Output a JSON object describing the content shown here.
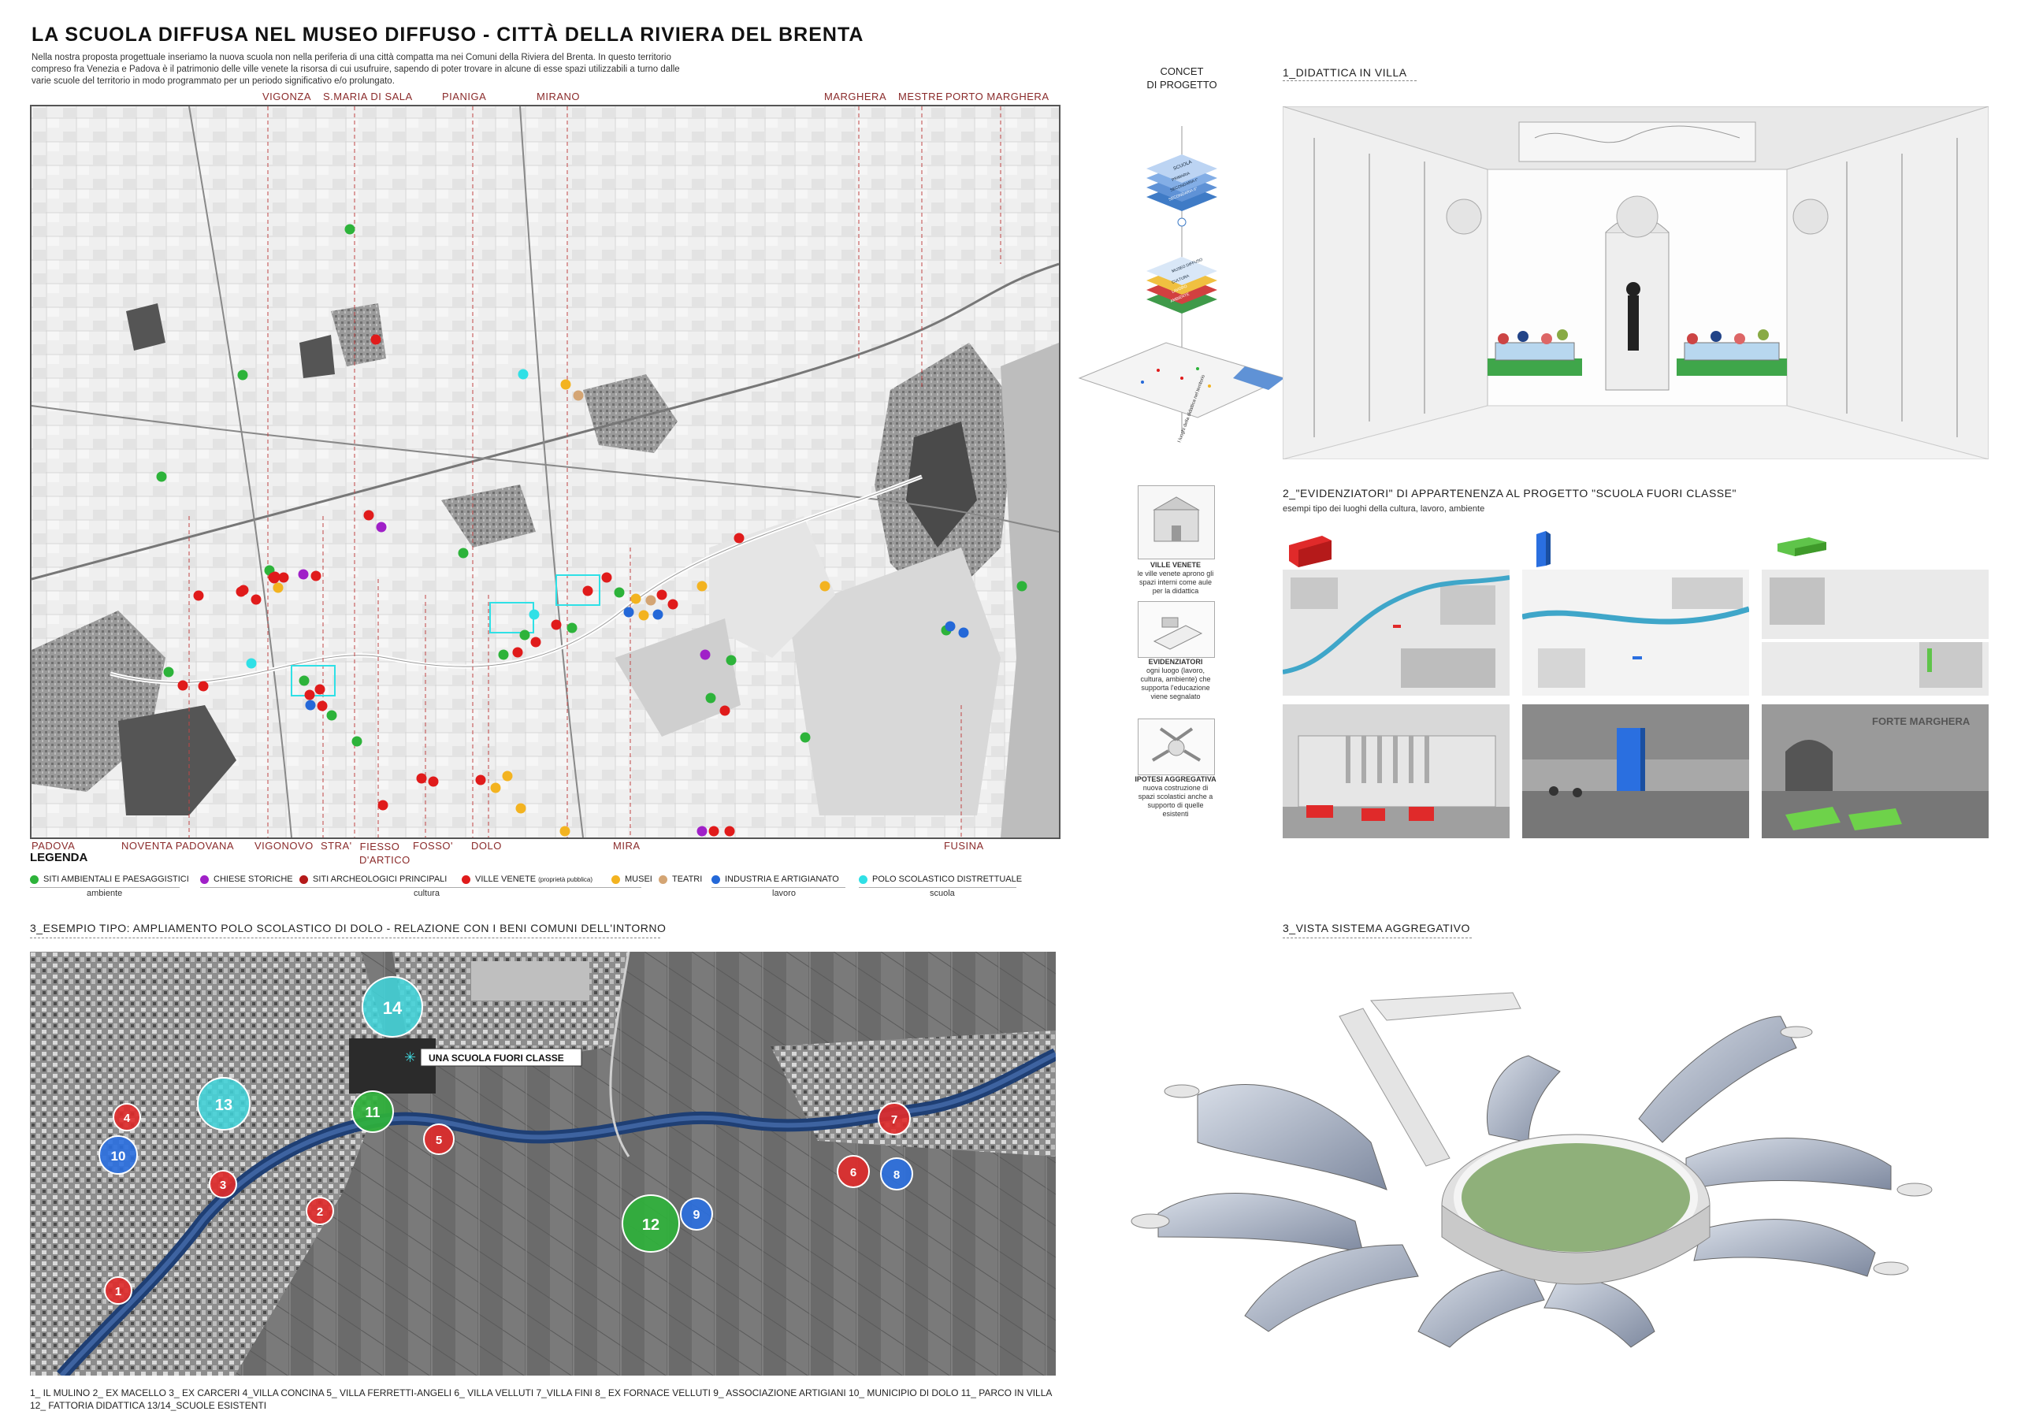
{
  "title": "LA SCUOLA DIFFUSA NEL MUSEO DIFFUSO - CITTÀ DELLA RIVIERA DEL BRENTA",
  "intro": "Nella nostra proposta progettuale inseriamo la nuova scuola non nella periferia di una città compatta ma nei Comuni della Riviera del Brenta. In questo territorio compreso fra Venezia e Padova è il patrimonio delle ville venete la risorsa di cui usufruire, sapendo di poter trovare in alcune di esse spazi utilizzabili a turno dalle varie scuole del territorio in modo programmato per un periodo significativo e/o prolungato.",
  "towns_top": [
    "VIGONZA",
    "S.MARIA DI SALA",
    "PIANIGA",
    "MIRANO",
    "MARGHERA",
    "MESTRE",
    "PORTO MARGHERA"
  ],
  "towns_bottom": [
    "PADOVA",
    "NOVENTA PADOVANA",
    "VIGONOVO",
    "STRA'",
    "FIESSO D'ARTICO",
    "FOSSO'",
    "DOLO",
    "MIRA",
    "FUSINA"
  ],
  "legend": {
    "title": "LEGENDA",
    "items": [
      {
        "label": "SITI AMBIENTALI E PAESAGGISTICI",
        "color": "#2db33a"
      },
      {
        "label": "CHIESE STORICHE",
        "color": "#a020c8"
      },
      {
        "label": "SITI ARCHEOLOGICI PRINCIPALI",
        "color": "#b51a1a"
      },
      {
        "label": "VILLE VENETE",
        "note": "(proprietà pubblica)",
        "color": "#e01b1b"
      },
      {
        "label": "MUSEI",
        "color": "#f3b320"
      },
      {
        "label": "TEATRI",
        "color": "#d4a574"
      },
      {
        "label": "INDUSTRIA E ARTIGIANATO",
        "color": "#2468d8"
      },
      {
        "label": "POLO SCOLASTICO DISTRETTUALE",
        "color": "#2fe0e6"
      }
    ],
    "groups": [
      "ambiente",
      "cultura",
      "lavoro",
      "scuola"
    ]
  },
  "concept": {
    "title_line1": "CONCET",
    "title_line2": "DI PROGETTO",
    "stack1": [
      "SCUOLA",
      "PRIMARIA",
      "SECONDARIA I°",
      "SECONDARIA II°"
    ],
    "stack2": [
      "MUSEO DIFFUSO",
      "CULTURA",
      "LAVORO",
      "AMBIENTE"
    ],
    "map_caption": "I luoghi della didattica nel territorio",
    "box1_title": "VILLE VENETE",
    "box1_text": "le ville venete aprono gli spazi interni come aule per la didattica",
    "box2_title": "EVIDENZIATORI",
    "box2_text": "ogni luogo (lavoro, cultura, ambiente) che supporta l'educazione viene segnalato",
    "box3_title": "IPOTESI AGGREGATIVA",
    "box3_text": "nuova costruzione di spazi scolastici anche a supporto di quelle esistenti"
  },
  "section1": {
    "label": "1_DIDATTICA IN VILLA"
  },
  "section2": {
    "label": "2_\"EVIDENZIATORI\" DI APPARTENENZA AL PROGETTO \"SCUOLA FUORI CLASSE\"",
    "subtitle": "esempi tipo dei luoghi della cultura, lavoro, ambiente",
    "photo3_sign": "FORTE MARGHERA"
  },
  "section3a": {
    "label": "3_ESEMPIO TIPO: AMPLIAMENTO POLO SCOLASTICO DI DOLO - RELAZIONE CON I BENI COMUNI DELL'INTORNO",
    "callout": "UNA SCUOLA FUORI CLASSE",
    "caption": "1_ IL MULINO  2_ EX MACELLO  3_ EX CARCERI  4_VILLA CONCINA  5_ VILLA FERRETTI-ANGELI  6_ VILLA VELLUTI  7_VILLA FINI  8_ EX FORNACE VELLUTI  9_ ASSOCIAZIONE ARTIGIANI  10_ MUNICIPIO DI DOLO  11_ PARCO IN VILLA  12_ FATTORIA DIDATTICA  13/14_SCUOLE ESISTENTI",
    "markers": [
      {
        "n": "1",
        "color": "#e02a2a"
      },
      {
        "n": "2",
        "color": "#e02a2a"
      },
      {
        "n": "3",
        "color": "#e02a2a"
      },
      {
        "n": "4",
        "color": "#e02a2a"
      },
      {
        "n": "5",
        "color": "#e02a2a"
      },
      {
        "n": "6",
        "color": "#e02a2a"
      },
      {
        "n": "7",
        "color": "#e02a2a"
      },
      {
        "n": "8",
        "color": "#2a6fe0"
      },
      {
        "n": "9",
        "color": "#2a6fe0"
      },
      {
        "n": "10",
        "color": "#2a6fe0"
      },
      {
        "n": "11",
        "color": "#2db33a"
      },
      {
        "n": "12",
        "color": "#2db33a"
      },
      {
        "n": "13",
        "color": "#3fd6dc"
      },
      {
        "n": "14",
        "color": "#3fd6dc"
      }
    ]
  },
  "section3b": {
    "label": "3_VISTA SISTEMA AGGREGATIVO"
  }
}
